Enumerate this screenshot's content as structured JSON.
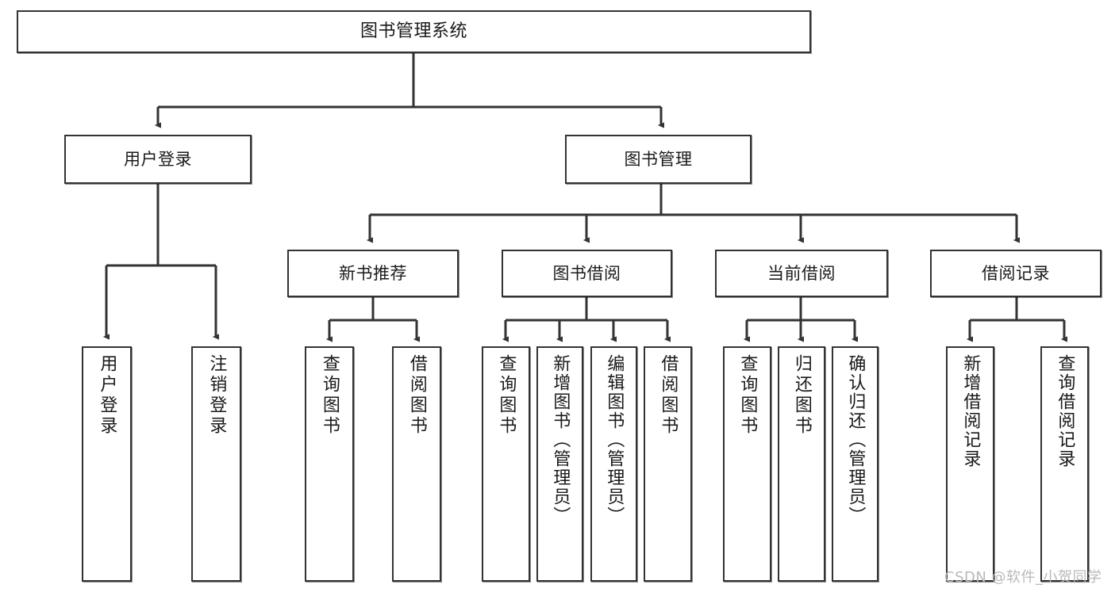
{
  "diagram": {
    "title": "图书管理系统",
    "type": "tree",
    "watermark": "CSDN @软件_小贺同学",
    "colors": {
      "box_border": "#333333",
      "box_fill": "#ffffff",
      "edge": "#333333",
      "text": "#1a1a1a",
      "watermark": "#b9b9b9",
      "background": "#ffffff"
    },
    "levels": {
      "root": {
        "label": "图书管理系统"
      },
      "level2": [
        {
          "label": "用户登录"
        },
        {
          "label": "图书管理"
        }
      ],
      "level3": [
        {
          "label": "新书推荐"
        },
        {
          "label": "图书借阅"
        },
        {
          "label": "当前借阅"
        },
        {
          "label": "借阅记录"
        }
      ],
      "leaves": {
        "user_login": [
          {
            "label": "用户登录"
          },
          {
            "label": "注销登录"
          }
        ],
        "new_book_recommend": [
          {
            "label": "查询图书"
          },
          {
            "label": "借阅图书"
          }
        ],
        "book_borrow": [
          {
            "label": "查询图书"
          },
          {
            "label": "新增图书（管理员）"
          },
          {
            "label": "编辑图书（管理员）"
          },
          {
            "label": "借阅图书"
          }
        ],
        "current_borrow": [
          {
            "label": "查询图书"
          },
          {
            "label": "归还图书"
          },
          {
            "label": "确认归还（管理员）"
          }
        ],
        "borrow_record": [
          {
            "label": "新增借阅记录"
          },
          {
            "label": "查询借阅记录"
          }
        ]
      }
    }
  }
}
